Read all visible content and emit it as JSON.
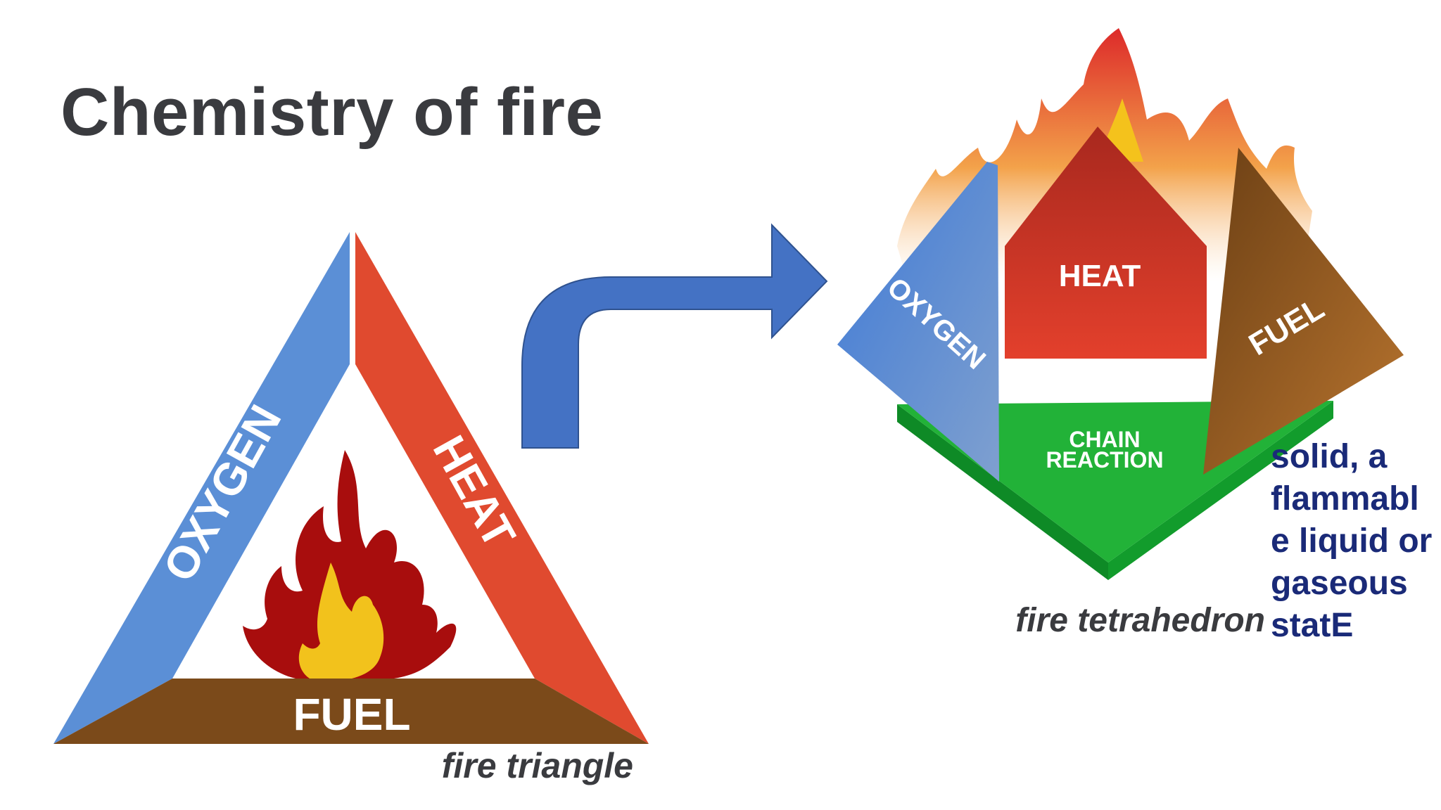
{
  "title": "Chemistry of fire",
  "triangle": {
    "oxygen_label": "OXYGEN",
    "heat_label": "HEAT",
    "fuel_label": "FUEL",
    "caption": "fire triangle"
  },
  "tetrahedron": {
    "oxygen_label": "OXYGEN",
    "heat_label": "HEAT",
    "fuel_label": "FUEL",
    "chain_label_line1": "CHAIN",
    "chain_label_line2": "REACTION",
    "caption": "fire tetrahedron"
  },
  "side_note": "solid, a\nflammabl\ne liquid or\ngaseous\nstatE",
  "colors": {
    "oxygen": "#5b8fd6",
    "heat": "#e04a2f",
    "fuel": "#7b4a1a",
    "chain": "#22b238",
    "arrow": "#4472c4",
    "title": "#3a3b3f",
    "note": "#1a2a78"
  },
  "icons": [
    "flame-icon",
    "curved-arrow-icon"
  ]
}
